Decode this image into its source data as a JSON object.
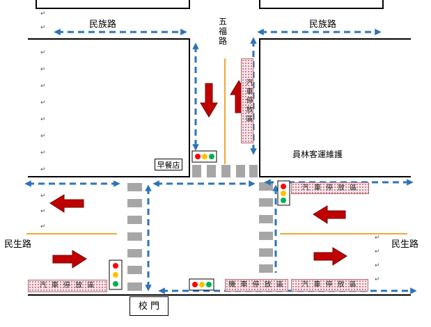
{
  "labels": {
    "road_minzu_left": "民族路",
    "road_minzu_right": "民族路",
    "road_wufu": "五福路",
    "road_minsheng_left": "民生路",
    "road_minsheng_right": "民生路",
    "breakfast_shop": "早餐店",
    "company": "員林客運維護",
    "school_gate": "校 門"
  },
  "parking": {
    "vertical": "汽車停放區",
    "right_top": "汽 車 停 放 區",
    "left_bottom": "汽 車 停 放 區",
    "mid_bottom": "機 車 停 放 區",
    "right_bottom": "汽 車 停 放 區"
  },
  "marks": {
    "return": "↵"
  },
  "colors": {
    "curb": "#000000",
    "centerline": "#f0a830",
    "pedestrian_route": "#2e74b5",
    "traffic_arrow": "#c00000",
    "crosswalk": "#a6a6a6",
    "light_red": "#ff0000",
    "light_yellow": "#ffc000",
    "light_green": "#00b050"
  }
}
